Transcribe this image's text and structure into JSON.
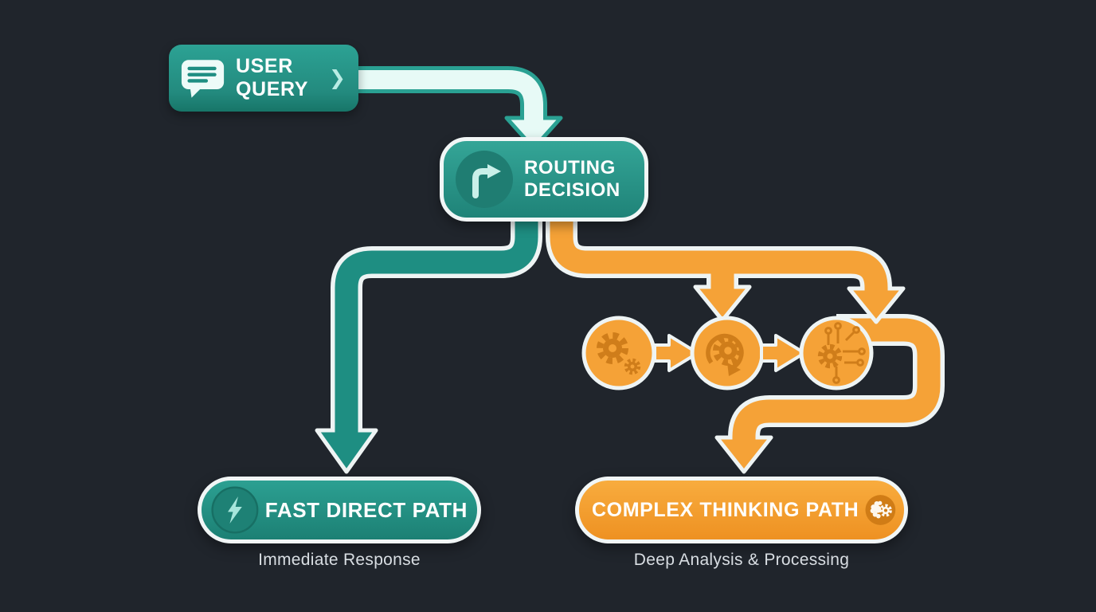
{
  "colors": {
    "background": "#20252C",
    "teal": "#1E8E82",
    "teal_dark": "#1C7F74",
    "mint_arrow": "#E7FAF6",
    "orange": "#F5A237",
    "orange_dark": "#CF7D1A",
    "outline_white": "#EEF4F4",
    "caption_text": "#D9DEE3"
  },
  "nodes": {
    "user_query": {
      "line1": "USER",
      "line2": "QUERY",
      "chevron": "❯",
      "icon": "chat-bubble-icon"
    },
    "routing_decision": {
      "line1": "ROUTING",
      "line2": "DECISION",
      "icon": "turn-right-arrow-icon"
    },
    "fast_path": {
      "label": "FAST DIRECT PATH",
      "caption": "Immediate Response",
      "icon": "lightning-icon"
    },
    "complex_path": {
      "label": "COMPLEX THINKING PATH",
      "caption": "Deep Analysis & Processing",
      "icon": "brain-gear-icon"
    }
  },
  "process_steps": [
    {
      "icon": "gears-icon"
    },
    {
      "icon": "gear-sync-icon"
    },
    {
      "icon": "circuit-icon"
    }
  ]
}
